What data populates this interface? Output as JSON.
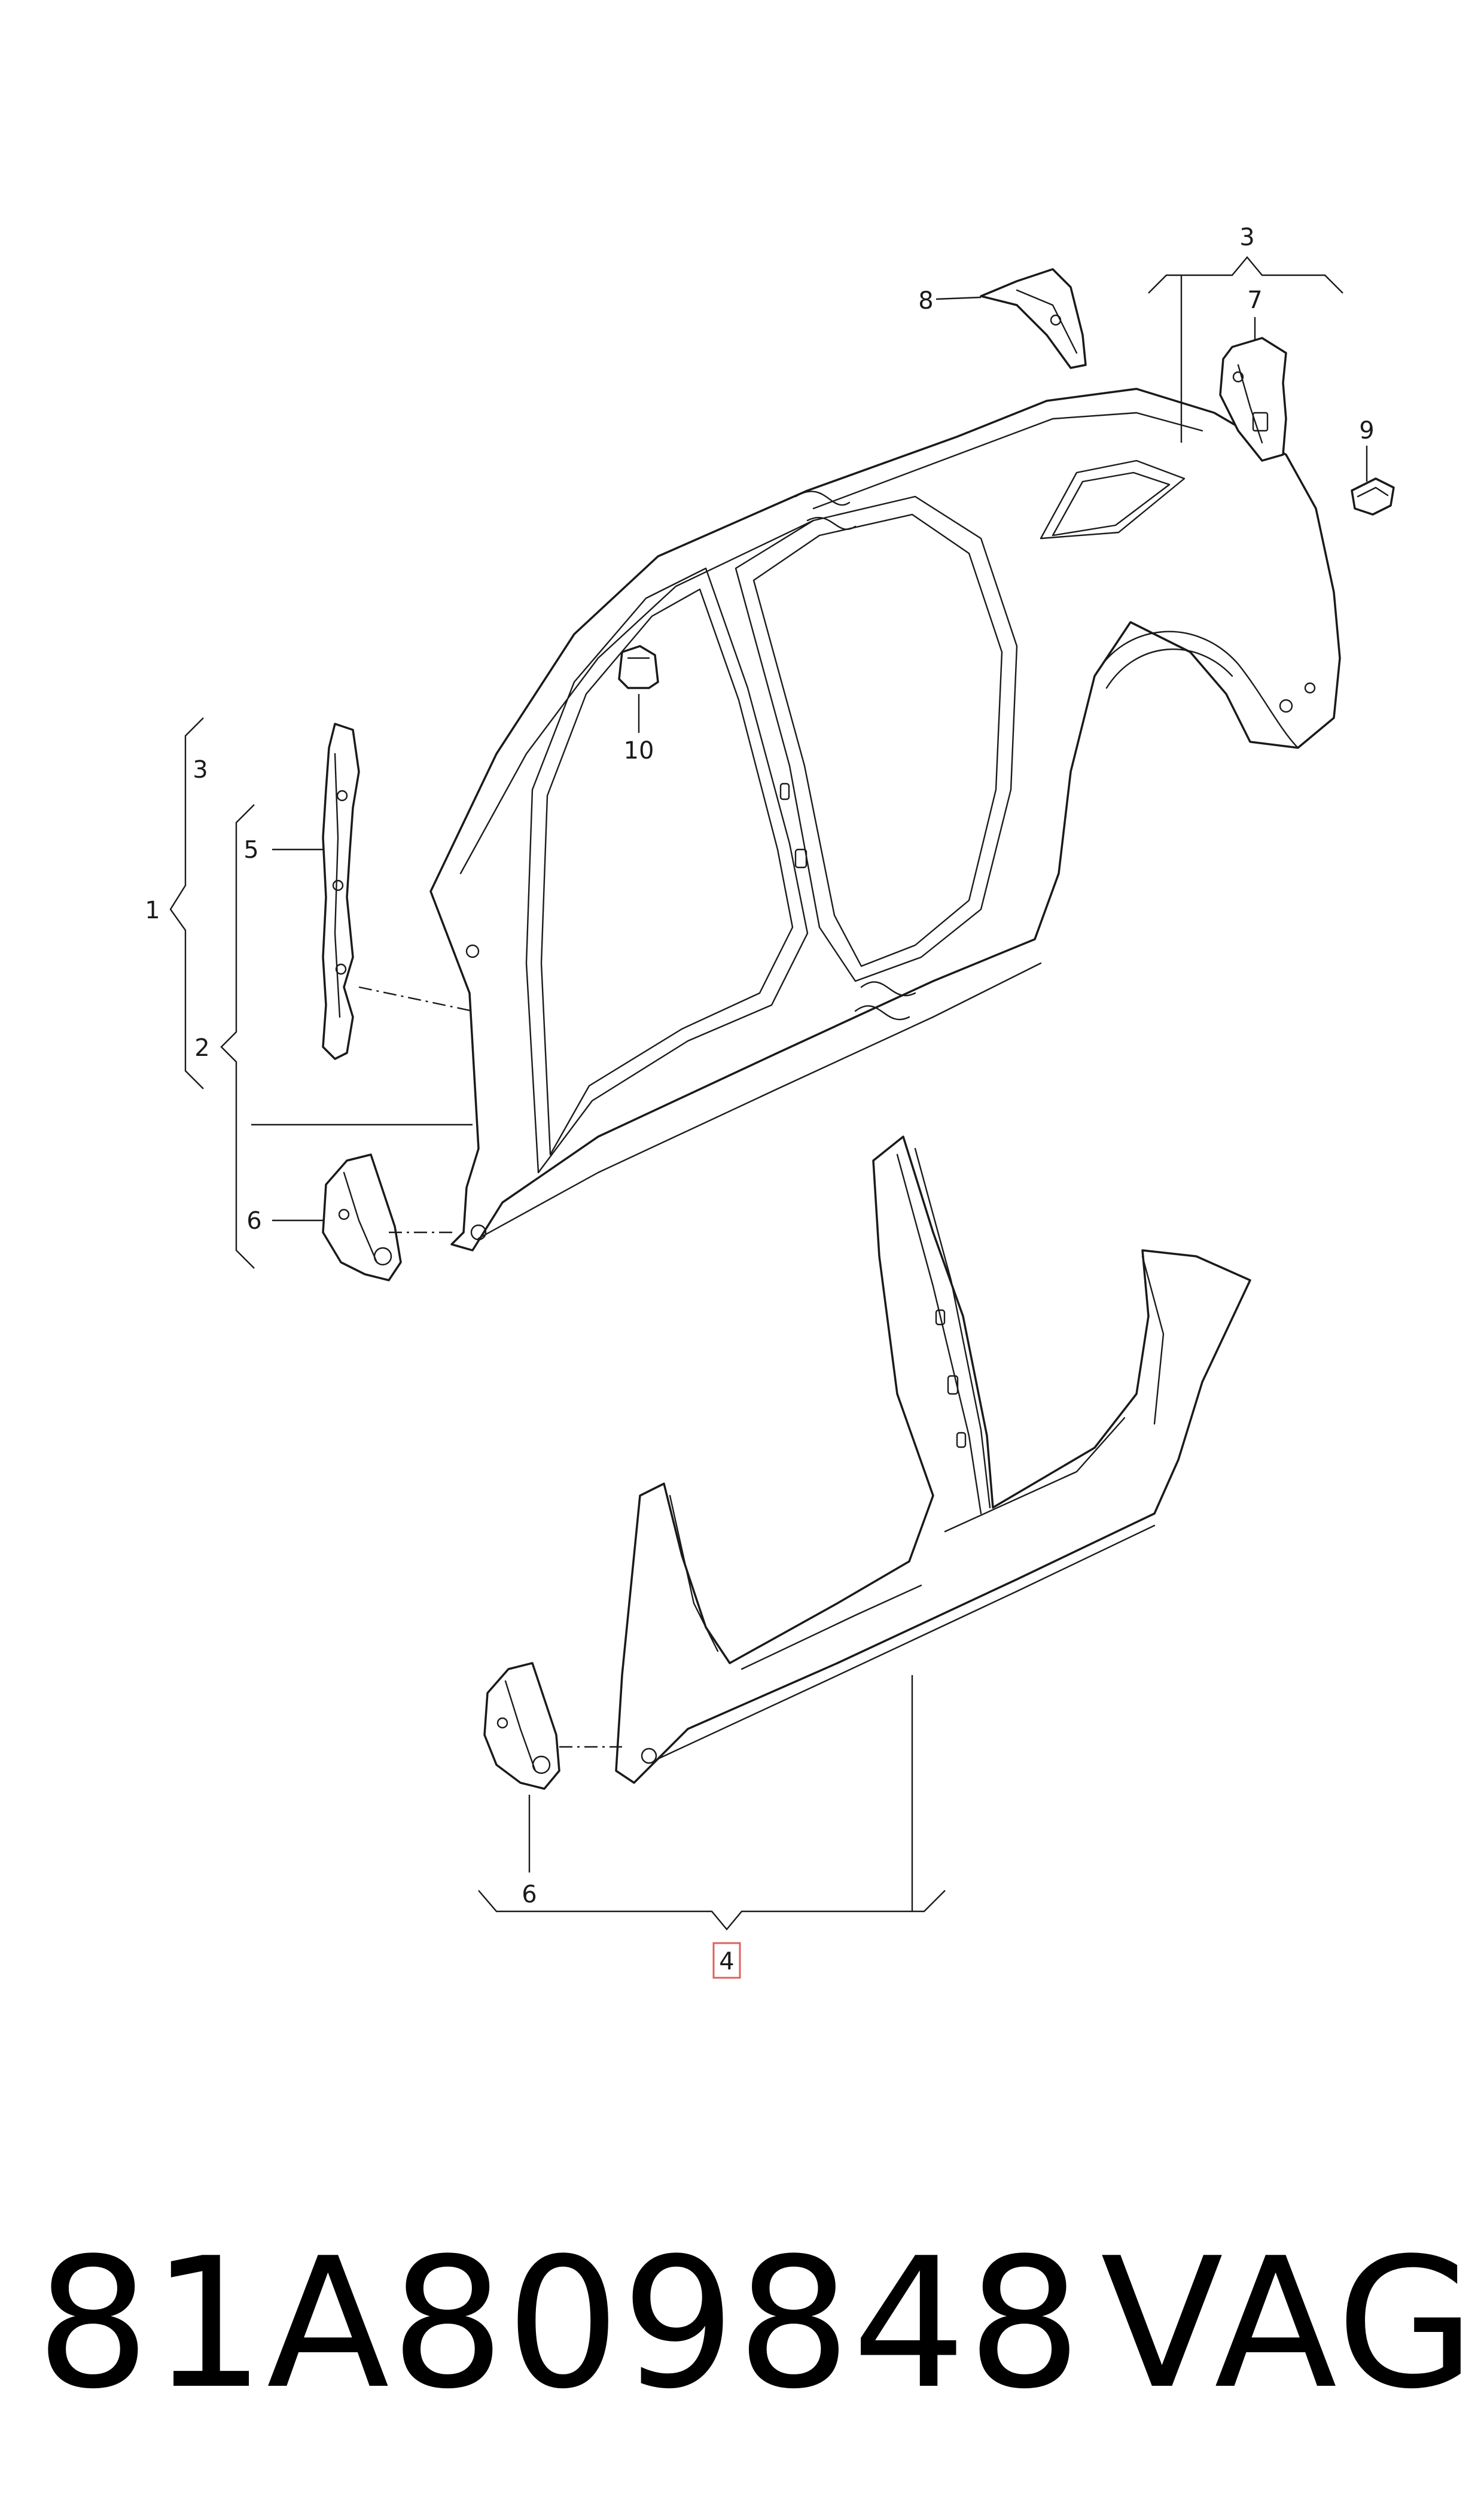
{
  "callouts": {
    "c1": "1",
    "c2": "2",
    "c3_left": "3",
    "c3_top": "3",
    "c4": "4",
    "c5": "5",
    "c6_upper": "6",
    "c6_lower": "6",
    "c7": "7",
    "c8": "8",
    "c9": "9",
    "c10": "10"
  },
  "highlighted_callout": "4",
  "highlight_color": "#e06060",
  "footer": {
    "part_number": "81A809848",
    "brand": "VAG"
  }
}
